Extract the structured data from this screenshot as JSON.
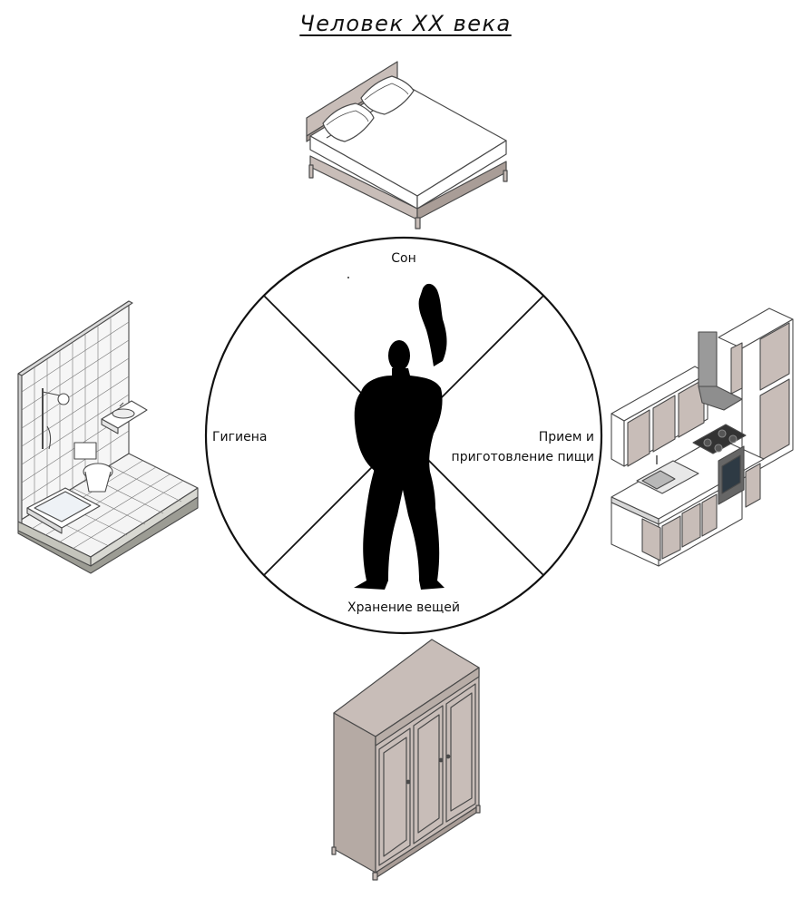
{
  "title": "Человек XX века",
  "sectors": {
    "top": "Сон",
    "right_line1": "Прием и",
    "right_line2": "приготовление пищи",
    "bottom": "Хранение вещей",
    "left": "Гигиена"
  },
  "colors": {
    "furniture": "#c8bdb8",
    "furniture_dark": "#a99d97",
    "outline": "#4a4a4a",
    "figure": "#000000",
    "tile": "#f4f4f4",
    "floor_edge": "#9c9c94"
  },
  "icons": {
    "bed": "bed-icon",
    "kitchen": "kitchen-icon",
    "wardrobe": "wardrobe-icon",
    "bathroom": "bathroom-icon",
    "figure": "modulor-figure-icon"
  }
}
